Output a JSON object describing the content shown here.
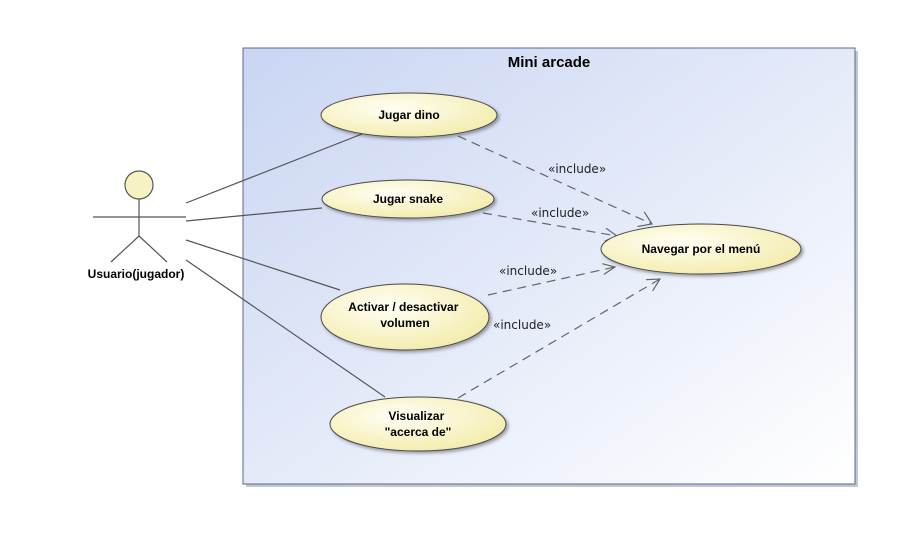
{
  "system": {
    "title": "Mini arcade"
  },
  "actor": {
    "name": "Usuario(jugador)"
  },
  "use_cases": {
    "jugar_dino": {
      "lines": [
        "Jugar dino"
      ]
    },
    "jugar_snake": {
      "lines": [
        "Jugar snake"
      ]
    },
    "activar_volumen": {
      "lines": [
        "Activar / desactivar",
        "volumen"
      ]
    },
    "acerca_de": {
      "lines": [
        "Visualizar",
        "\"acerca de\""
      ]
    },
    "navegar_menu": {
      "lines": [
        "Navegar por el menú"
      ]
    }
  },
  "relations": {
    "include_label": "«include»"
  },
  "colors": {
    "system_fill_start": "#c9d5f2",
    "system_fill_end": "#ffffff",
    "system_border": "#5b6a88",
    "use_case_fill_light": "#fffff4",
    "use_case_fill_dark": "#f2eaa6",
    "actor_head_fill": "#f7f2c4"
  }
}
